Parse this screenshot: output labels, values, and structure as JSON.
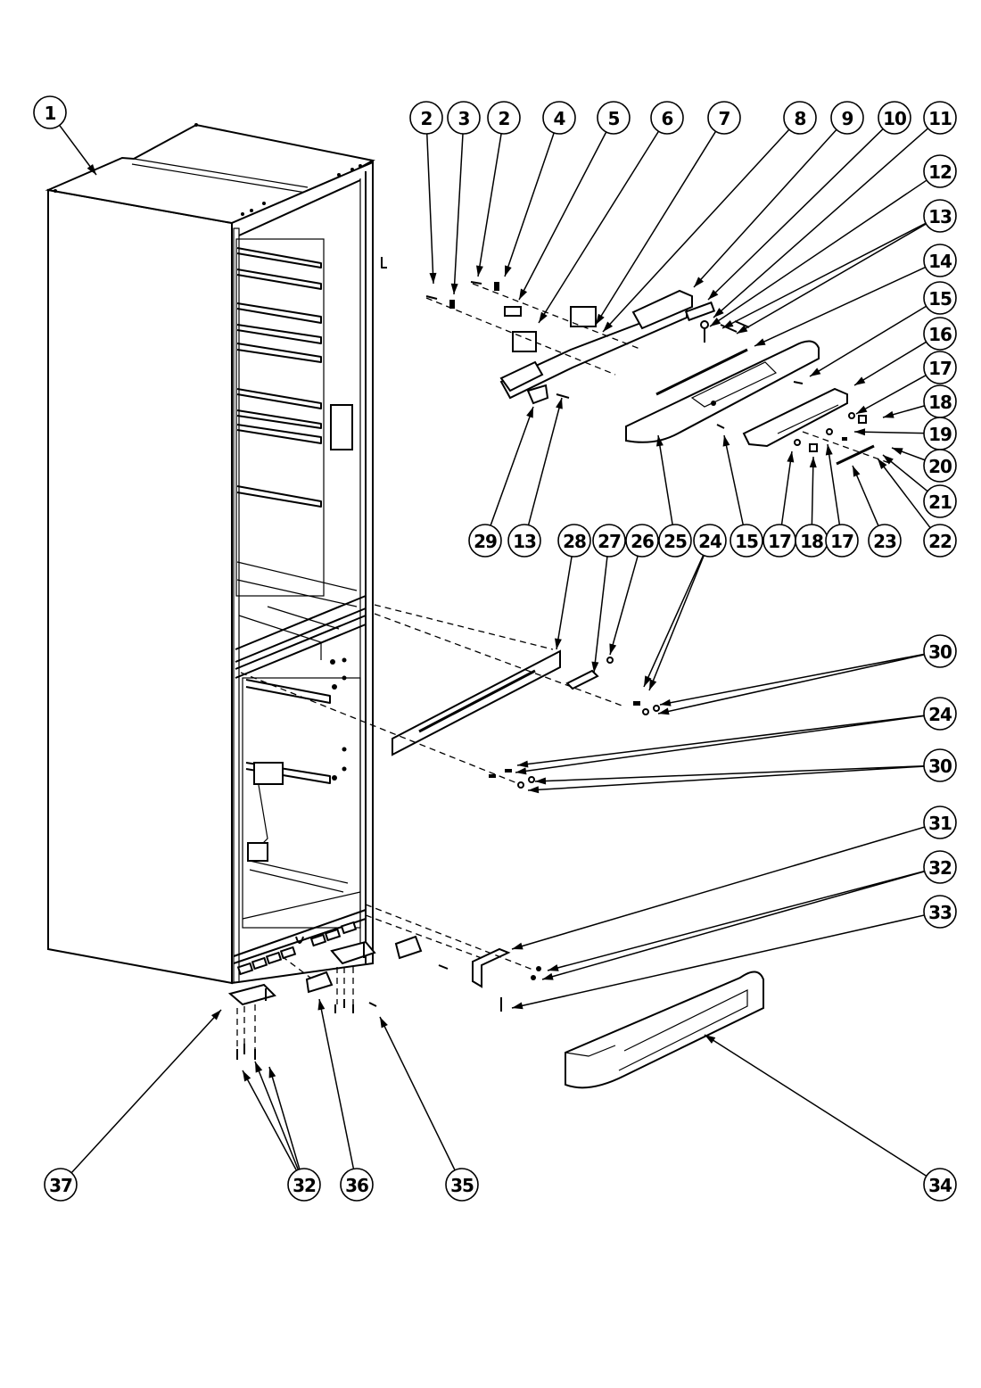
{
  "diagram": {
    "title": "",
    "type": "exploded-parts-diagram",
    "subject": "refrigerator cabinet and door hinge assembly",
    "callouts": [
      {
        "id": "c1",
        "label": "1"
      },
      {
        "id": "c2a",
        "label": "2"
      },
      {
        "id": "c3",
        "label": "3"
      },
      {
        "id": "c2b",
        "label": "2"
      },
      {
        "id": "c4",
        "label": "4"
      },
      {
        "id": "c5",
        "label": "5"
      },
      {
        "id": "c6",
        "label": "6"
      },
      {
        "id": "c7",
        "label": "7"
      },
      {
        "id": "c8",
        "label": "8"
      },
      {
        "id": "c9",
        "label": "9"
      },
      {
        "id": "c10",
        "label": "10"
      },
      {
        "id": "c11",
        "label": "11"
      },
      {
        "id": "c12",
        "label": "12"
      },
      {
        "id": "c13a",
        "label": "13"
      },
      {
        "id": "c14",
        "label": "14"
      },
      {
        "id": "c15a",
        "label": "15"
      },
      {
        "id": "c16",
        "label": "16"
      },
      {
        "id": "c17a",
        "label": "17"
      },
      {
        "id": "c18a",
        "label": "18"
      },
      {
        "id": "c19",
        "label": "19"
      },
      {
        "id": "c20",
        "label": "20"
      },
      {
        "id": "c21",
        "label": "21"
      },
      {
        "id": "c22",
        "label": "22"
      },
      {
        "id": "c29",
        "label": "29"
      },
      {
        "id": "c13b",
        "label": "13"
      },
      {
        "id": "c28",
        "label": "28"
      },
      {
        "id": "c27",
        "label": "27"
      },
      {
        "id": "c26",
        "label": "26"
      },
      {
        "id": "c25",
        "label": "25"
      },
      {
        "id": "c24a",
        "label": "24"
      },
      {
        "id": "c15b",
        "label": "15"
      },
      {
        "id": "c17b",
        "label": "17"
      },
      {
        "id": "c18b",
        "label": "18"
      },
      {
        "id": "c17c",
        "label": "17"
      },
      {
        "id": "c23",
        "label": "23"
      },
      {
        "id": "c30a",
        "label": "30"
      },
      {
        "id": "c24b",
        "label": "24"
      },
      {
        "id": "c30b",
        "label": "30"
      },
      {
        "id": "c31",
        "label": "31"
      },
      {
        "id": "c32a",
        "label": "32"
      },
      {
        "id": "c33",
        "label": "33"
      },
      {
        "id": "c37",
        "label": "37"
      },
      {
        "id": "c32b",
        "label": "32"
      },
      {
        "id": "c36",
        "label": "36"
      },
      {
        "id": "c35",
        "label": "35"
      },
      {
        "id": "c34",
        "label": "34"
      }
    ]
  }
}
